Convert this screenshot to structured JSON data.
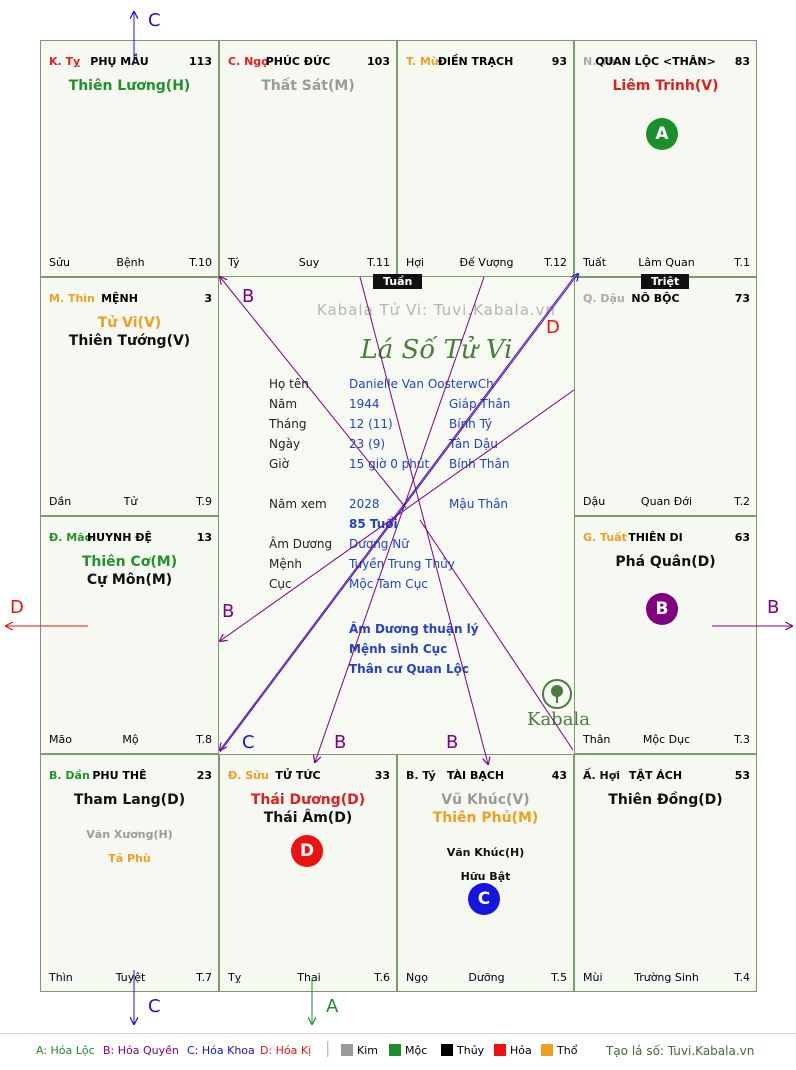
{
  "palaces": [
    {
      "id": "ty",
      "pre": "K. Tỵ",
      "pre_color": "#e32020",
      "name": "PHỤ MẪU",
      "num": "113",
      "stars": [
        {
          "t": "Thiên Lương(H)",
          "c": "#22922a",
          "cls": "star"
        }
      ],
      "ft": [
        "Sửu",
        "Bệnh",
        "T.10"
      ]
    },
    {
      "id": "ngo",
      "pre": "C. Ngọ",
      "pre_color": "#e32020",
      "name": "PHÚC ĐỨC",
      "num": "103",
      "stars": [
        {
          "t": "Thất Sát(M)",
          "c": "#9a9a9a",
          "cls": "star"
        }
      ],
      "ft": [
        "Tý",
        "Suy",
        "T.11"
      ]
    },
    {
      "id": "mui",
      "pre": "T. Mùi",
      "pre_color": "#f0a020",
      "name": "ĐIỀN TRẠCH",
      "num": "93",
      "stars": [],
      "ft": [
        "Hợi",
        "Đế Vượng",
        "T.12"
      ]
    },
    {
      "id": "than",
      "pre": "N. Th",
      "pre_color": "#aaaaaa",
      "name": "QUAN LỘC <THÂN>",
      "num": "83",
      "stars": [
        {
          "t": "Liêm Trinh(V)",
          "c": "#e02020",
          "cls": "star"
        }
      ],
      "ft": [
        "Tuất",
        "Lâm Quan",
        "T.1"
      ]
    },
    {
      "id": "thin",
      "pre": "M. Thìn",
      "pre_color": "#f0a020",
      "name": "MỆNH",
      "num": "3",
      "stars": [
        {
          "t": "Tử Vi(V)",
          "c": "#f0a020",
          "cls": "star"
        },
        {
          "t": "Thiên Tướng(V)",
          "c": "#111111",
          "cls": "star"
        }
      ],
      "ft": [
        "Dần",
        "Tử",
        "T.9"
      ]
    },
    {
      "id": "dau",
      "pre": "Q. Dậu",
      "pre_color": "#aaaaaa",
      "name": "NÔ BỘC",
      "num": "73",
      "stars": [],
      "ft": [
        "Dậu",
        "Quan Đới",
        "T.2"
      ]
    },
    {
      "id": "mao",
      "pre": "Đ. Mão",
      "pre_color": "#22922a",
      "name": "HUYNH ĐỆ",
      "num": "13",
      "stars": [
        {
          "t": "Thiên Cơ(M)",
          "c": "#22922a",
          "cls": "star"
        },
        {
          "t": "Cự Môn(M)",
          "c": "#111111",
          "cls": "star"
        }
      ],
      "ft": [
        "Mão",
        "Mộ",
        "T.8"
      ]
    },
    {
      "id": "tuat",
      "pre": "G. Tuất",
      "pre_color": "#f0a020",
      "name": "THIÊN DI",
      "num": "63",
      "stars": [
        {
          "t": "Phá Quân(D)",
          "c": "#111111",
          "cls": "star"
        }
      ],
      "ft": [
        "Thân",
        "Mộc Dục",
        "T.3"
      ]
    },
    {
      "id": "dan",
      "pre": "B. Dần",
      "pre_color": "#22922a",
      "name": "PHU THÊ",
      "num": "23",
      "stars": [
        {
          "t": "Tham Lang(D)",
          "c": "#111111",
          "cls": "star"
        }
      ],
      "minors": [
        {
          "t": "Văn Xương(H)",
          "c": "#9a9a9a"
        },
        {
          "t": "Tả Phù",
          "c": "#f0a020"
        }
      ],
      "ft": [
        "Thìn",
        "Tuyệt",
        "T.7"
      ]
    },
    {
      "id": "suu",
      "pre": "Đ. Sửu",
      "pre_color": "#f0a020",
      "name": "TỬ TỨC",
      "num": "33",
      "stars": [
        {
          "t": "Thái Dương(D)",
          "c": "#e02020",
          "cls": "star"
        },
        {
          "t": "Thái Âm(D)",
          "c": "#111111",
          "cls": "star"
        }
      ],
      "ft": [
        "Tỵ",
        "Thai",
        "T.6"
      ]
    },
    {
      "id": "tyy",
      "pre": "B. Tý",
      "pre_color": "#111111",
      "name": "TÀI BẠCH",
      "num": "43",
      "stars": [
        {
          "t": "Vũ Khúc(V)",
          "c": "#9a9a9a",
          "cls": "star"
        },
        {
          "t": "Thiên Phủ(M)",
          "c": "#f0a020",
          "cls": "star"
        }
      ],
      "minors": [
        {
          "t": "Văn Khúc(H)",
          "c": "#111111"
        },
        {
          "t": "Hữu Bật",
          "c": "#111111"
        }
      ],
      "ft": [
        "Ngọ",
        "Dưỡng",
        "T.5"
      ]
    },
    {
      "id": "hoi",
      "pre": "Ấ. Hợi",
      "pre_color": "#111111",
      "name": "TẬT ÁCH",
      "num": "53",
      "stars": [
        {
          "t": "Thiên Đồng(D)",
          "c": "#111111",
          "cls": "star"
        }
      ],
      "ft": [
        "Mùi",
        "Trường Sinh",
        "T.4"
      ]
    }
  ],
  "markers": [
    {
      "letter": "A",
      "color": "#1a8f2a"
    },
    {
      "letter": "B",
      "color": "#800080"
    },
    {
      "letter": "D",
      "color": "#ee1111"
    },
    {
      "letter": "C",
      "color": "#1515e0"
    }
  ],
  "center": {
    "watermark": "Kabala Tử Vi: Tuvi.Kabala.vn",
    "title": "Lá Số Tử Vi",
    "tuan": "Tuần",
    "triet": "Triệt",
    "rows": [
      {
        "k": "Họ tên",
        "v": "Danielle Van OosterwCh",
        "v2": ""
      },
      {
        "k": "Năm",
        "v": "1944",
        "v2": "Giáp Thân"
      },
      {
        "k": "Tháng",
        "v": "12  (11)",
        "v2": "Bính Tý"
      },
      {
        "k": "Ngày",
        "v": "23  (9)",
        "v2": "Tân Dậu"
      },
      {
        "k": "Giờ",
        "v": "15 giờ 0 phút",
        "v2": "Bính Thân"
      }
    ],
    "rows2": [
      {
        "k": "Năm xem",
        "v": "2028",
        "v2": "Mậu Thân"
      },
      {
        "k": "",
        "v": "85 Tuổi",
        "v2": ""
      },
      {
        "k": "Âm Dương",
        "v": "Dương Nữ",
        "v2": ""
      },
      {
        "k": "Mệnh",
        "v": "Tuyền Trung Thủy",
        "v2": ""
      },
      {
        "k": "Cục",
        "v": "Mộc Tam Cục",
        "v2": ""
      }
    ],
    "notes": [
      "Âm Dương thuận lý",
      "Mệnh sinh Cục",
      "Thân cư Quan Lộc"
    ],
    "logo": "Kabala"
  },
  "arrow_labels": {
    "top_c": "C",
    "left_d": "D",
    "right_b": "B",
    "bottom_c": "C",
    "bottom_a": "A",
    "in_b1": "B",
    "in_d": "D",
    "in_b2": "B",
    "in_c": "C",
    "in_b3": "B",
    "in_b4": "B"
  },
  "legend": {
    "a": "A: Hóa Lộc",
    "b": "B: Hóa Quyền",
    "c": "C: Hóa Khoa",
    "d": "D: Hóa Kị",
    "kim": "Kim",
    "moc": "Mộc",
    "thuy": "Thủy",
    "hoa": "Hỏa",
    "tho": "Thổ",
    "site": "Tạo lá số: Tuvi.Kabala.vn",
    "colors": {
      "kim": "#9a9a9a",
      "moc": "#1a8f2a",
      "thuy": "#000000",
      "hoa": "#ee1111",
      "tho": "#f0a020"
    }
  }
}
